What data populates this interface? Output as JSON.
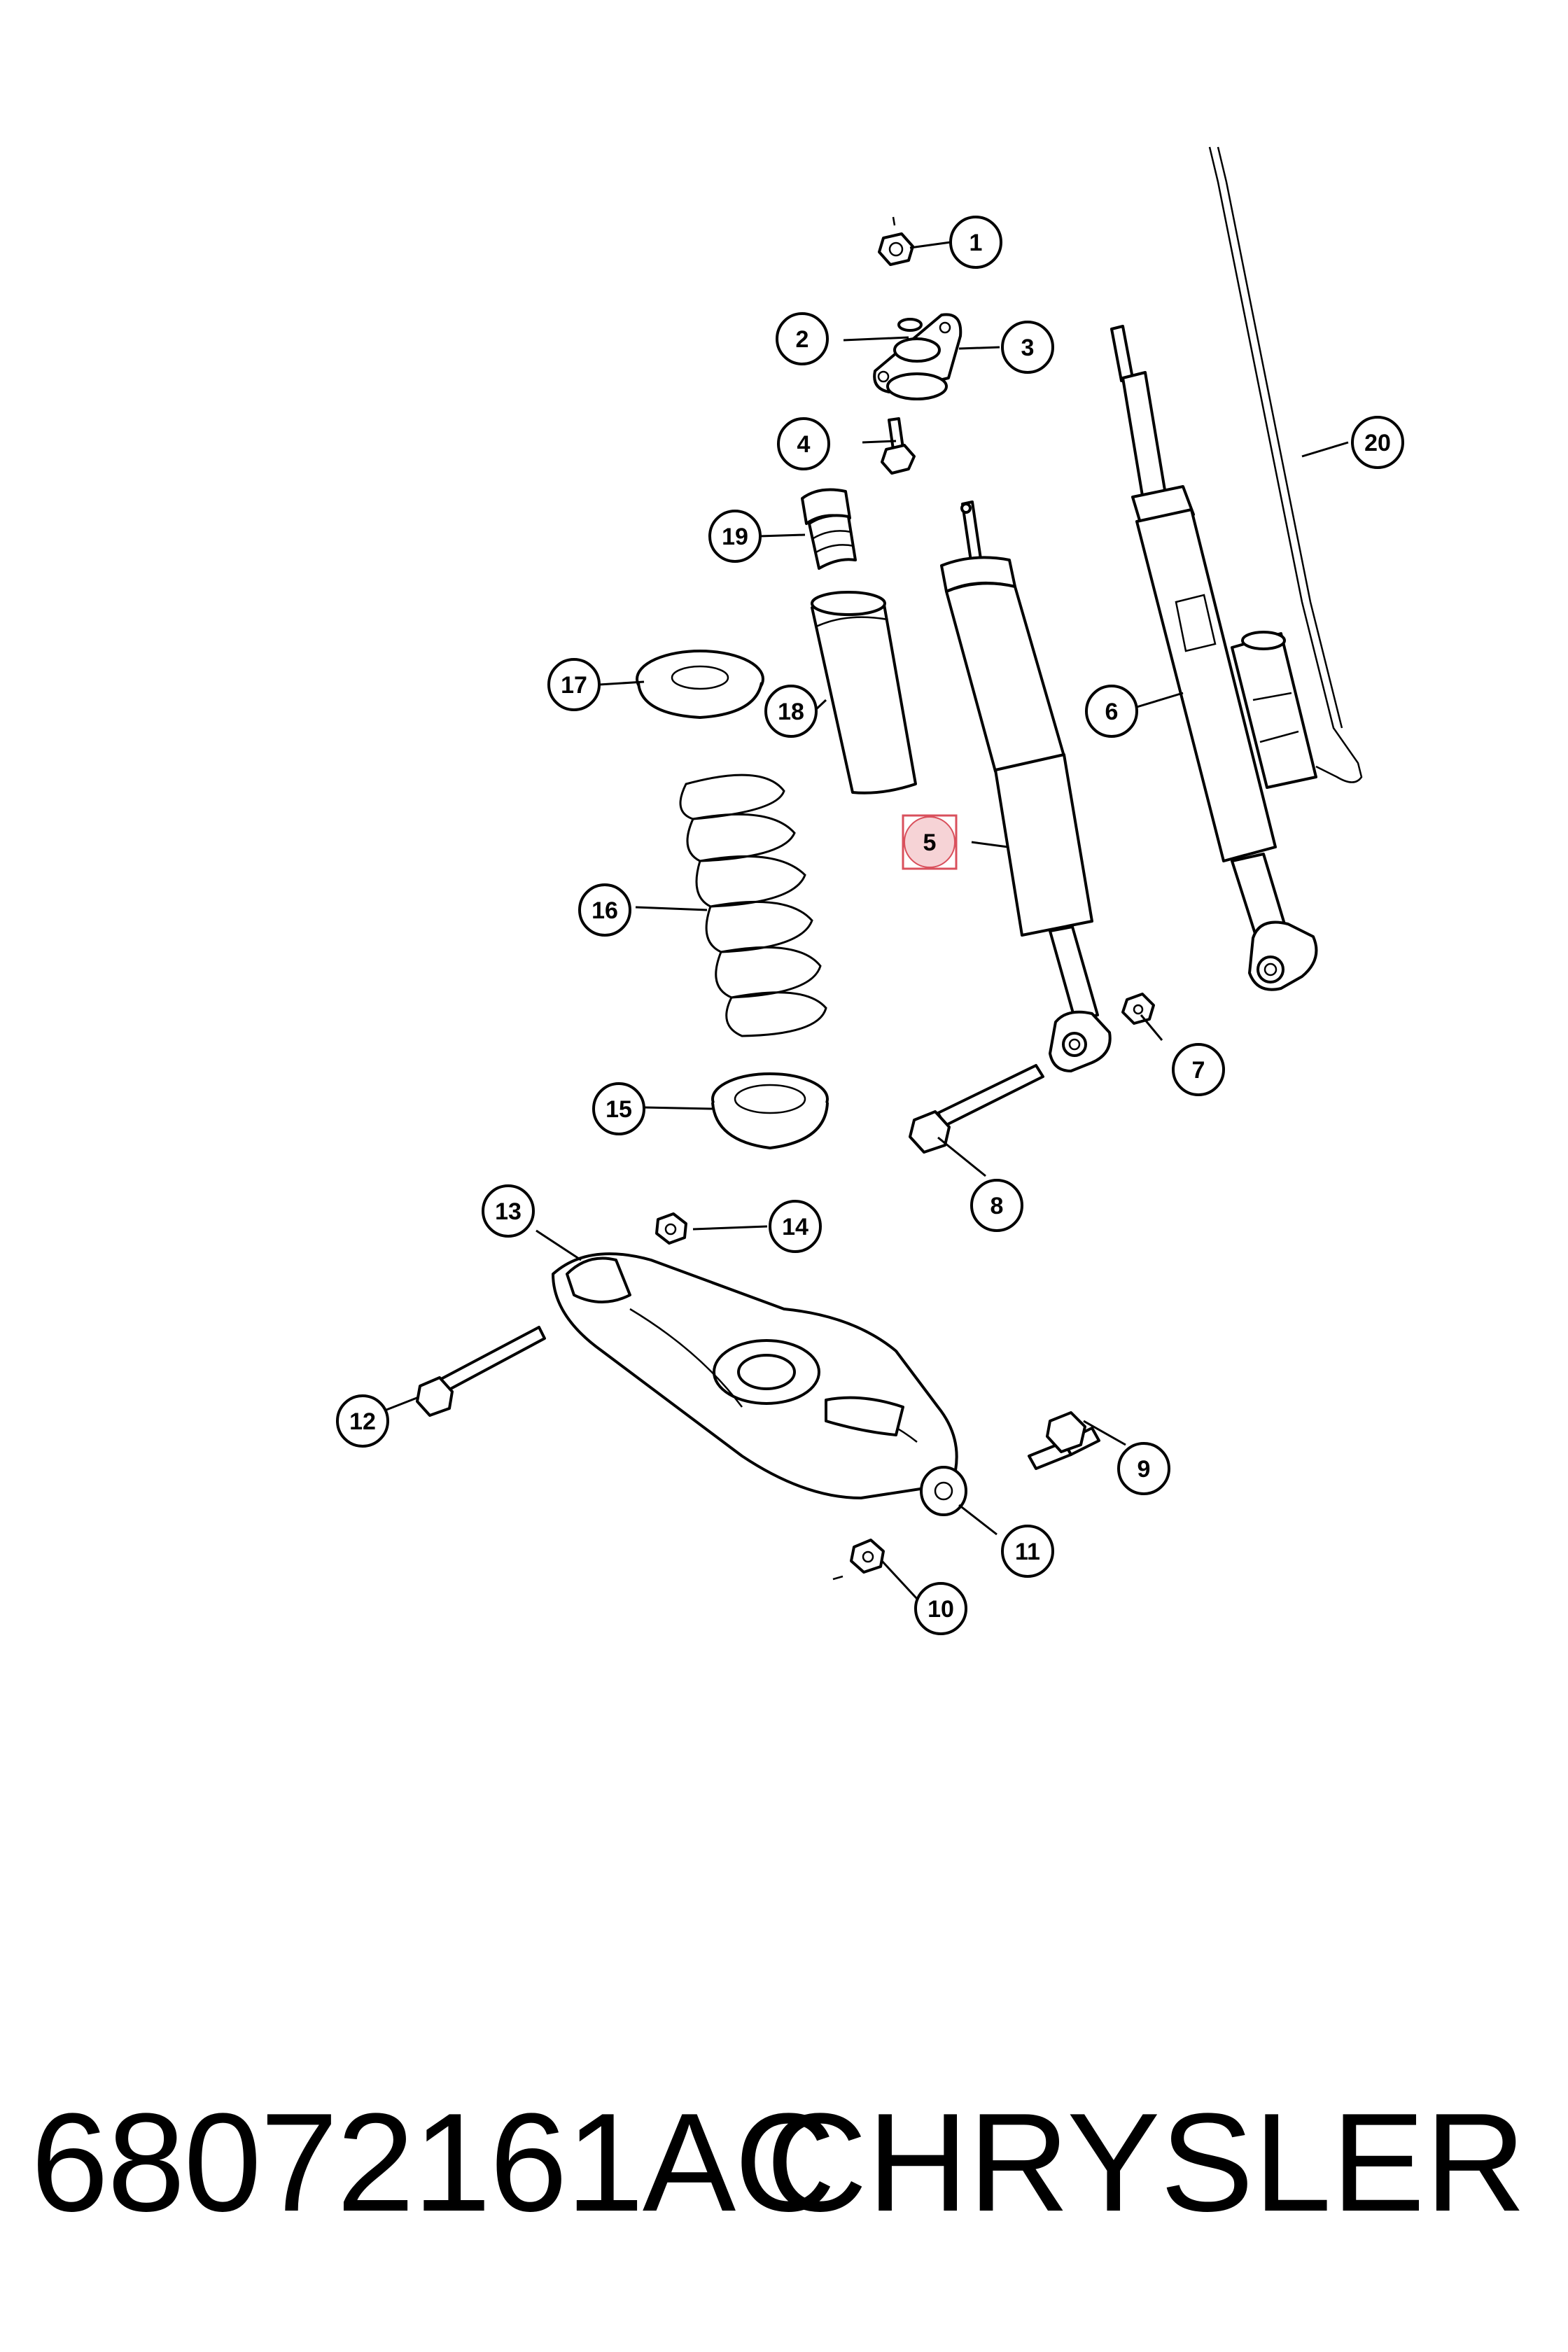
{
  "callouts": [
    {
      "n": "1"
    },
    {
      "n": "2"
    },
    {
      "n": "3"
    },
    {
      "n": "4"
    },
    {
      "n": "5"
    },
    {
      "n": "6"
    },
    {
      "n": "7"
    },
    {
      "n": "8"
    },
    {
      "n": "9"
    },
    {
      "n": "10"
    },
    {
      "n": "11"
    },
    {
      "n": "12"
    },
    {
      "n": "13"
    },
    {
      "n": "14"
    },
    {
      "n": "15"
    },
    {
      "n": "16"
    },
    {
      "n": "17"
    },
    {
      "n": "18"
    },
    {
      "n": "19"
    },
    {
      "n": "20"
    }
  ],
  "highlighted_callout": "5",
  "colors": {
    "highlight_fill": "#f6d3d6",
    "highlight_border": "#d9505c",
    "line": "#000000"
  },
  "footer": {
    "part_number": "68072161AC",
    "brand": "CHRYSLER"
  }
}
